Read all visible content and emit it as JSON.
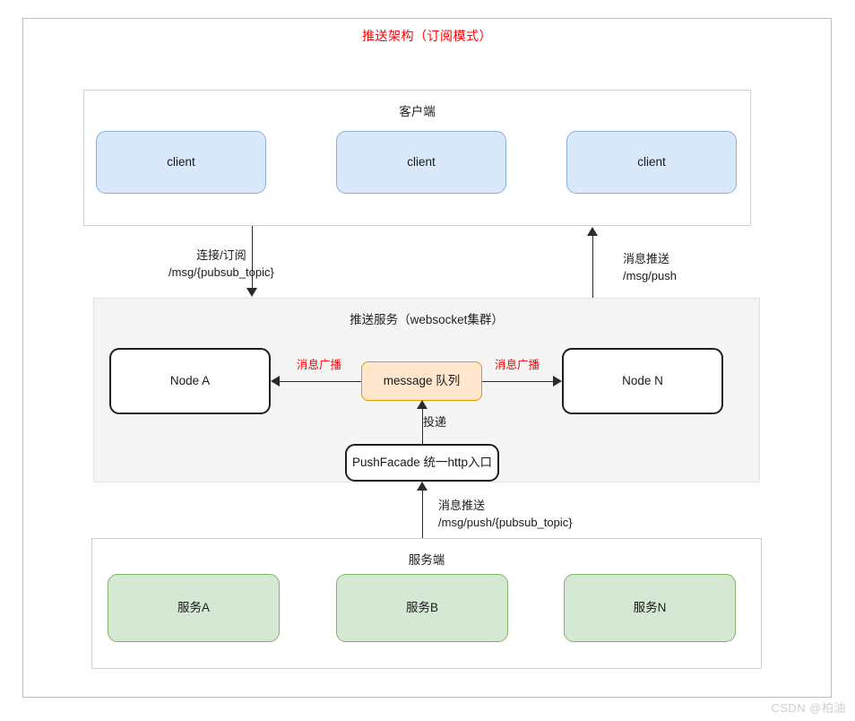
{
  "diagram": {
    "title": "推送架构（订阅模式）",
    "accent_red": "#ff0000",
    "watermark": "CSDN @柏油"
  },
  "client_group": {
    "title": "客户端",
    "nodes": [
      {
        "label": "client"
      },
      {
        "label": "client"
      },
      {
        "label": "client"
      }
    ]
  },
  "push_group": {
    "title": "推送服务（websocket集群）",
    "node_a": "Node A",
    "node_n": "Node N",
    "queue": "message 队列",
    "facade": "PushFacade 统一http入口"
  },
  "server_group": {
    "title": "服务端",
    "nodes": [
      {
        "label": "服务A"
      },
      {
        "label": "服务B"
      },
      {
        "label": "服务N"
      }
    ]
  },
  "edges": {
    "connect_subscribe_line1": "连接/订阅",
    "connect_subscribe_line2": "/msg/{pubsub_topic}",
    "push_up_line1": "消息推送",
    "push_up_line2": "/msg/push",
    "broadcast_left": "消息广播",
    "broadcast_right": "消息广播",
    "deliver": "投递",
    "push_topic_line1": "消息推送",
    "push_topic_line2": "/msg/push/{pubsub_topic}"
  }
}
